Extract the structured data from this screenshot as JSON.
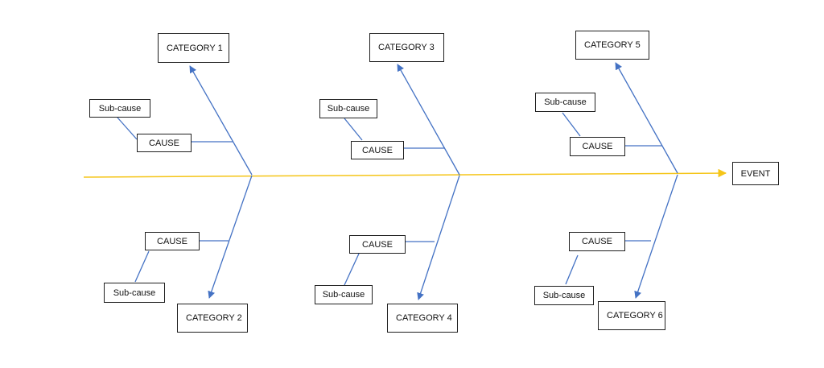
{
  "diagram": {
    "event": "EVENT",
    "categories": {
      "c1": "CATEGORY 1",
      "c2": "CATEGORY 2",
      "c3": "CATEGORY 3",
      "c4": "CATEGORY 4",
      "c5": "CATEGORY 5",
      "c6": "CATEGORY 6"
    },
    "cause_label": "CAUSE",
    "subcause_label": "Sub-cause",
    "colors": {
      "spine": "#f5c518",
      "bone": "#4472c4",
      "box_border": "#1f1f1f"
    }
  }
}
